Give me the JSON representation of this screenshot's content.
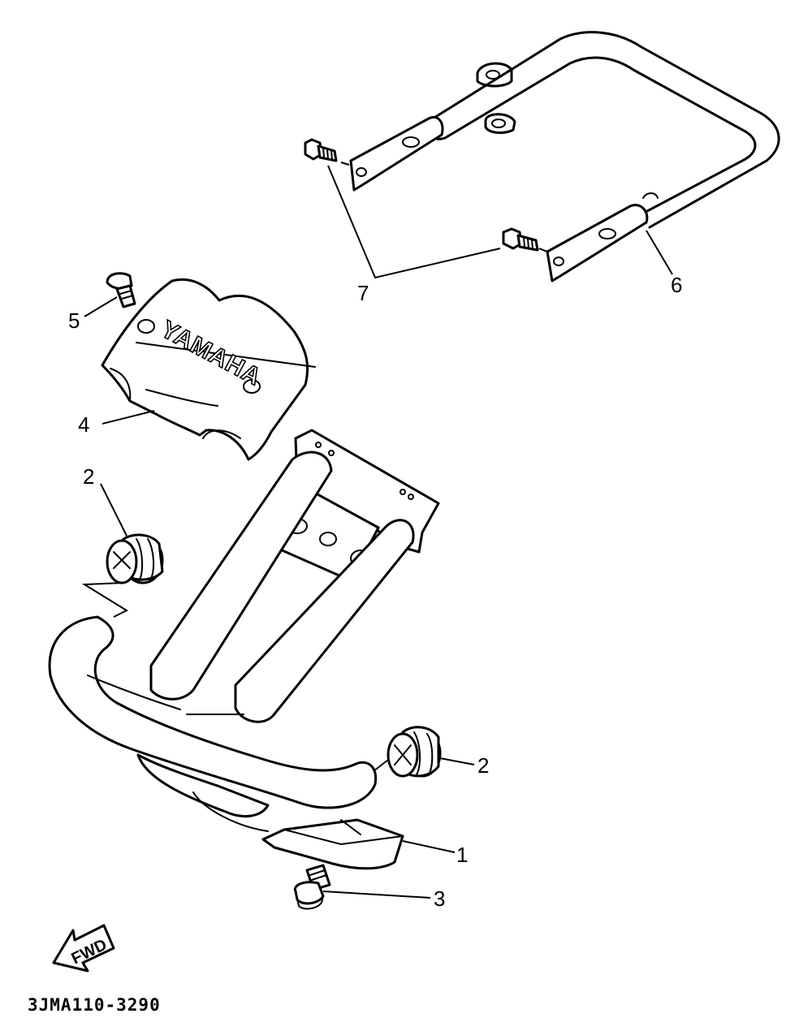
{
  "diagram": {
    "code": "3JMA110-3290",
    "brand_text": "YAMAHA",
    "direction_label": "FWD",
    "callouts": [
      {
        "id": "c1",
        "label": "1"
      },
      {
        "id": "c2a",
        "label": "2"
      },
      {
        "id": "c2b",
        "label": "2"
      },
      {
        "id": "c3",
        "label": "3"
      },
      {
        "id": "c4",
        "label": "4"
      },
      {
        "id": "c5",
        "label": "5"
      },
      {
        "id": "c6",
        "label": "6"
      },
      {
        "id": "c7",
        "label": "7"
      }
    ]
  }
}
